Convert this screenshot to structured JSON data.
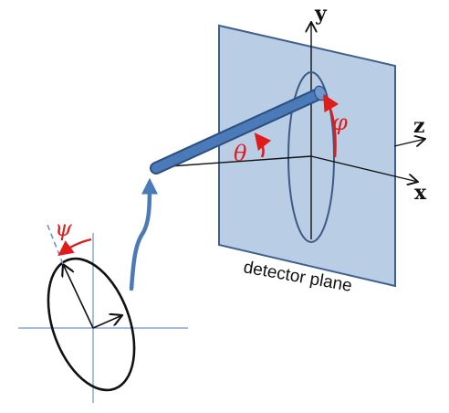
{
  "labels": {
    "y": "y",
    "z": "z",
    "x": "x",
    "phi": "φ",
    "theta": "θ",
    "psi": "ψ",
    "detector_plane": "detector plane"
  },
  "colors": {
    "plane_fill": "#b9cde4",
    "plane_stroke": "#3f5f8f",
    "rod": "#4a7ab8",
    "rod_edge": "#2c4f80",
    "ellipse": "#3d5a86",
    "accent_red": "#e01b1b",
    "arrow_blue": "#4a7ab8",
    "axis_black": "#111111",
    "small_axes": "#6f93c6"
  }
}
